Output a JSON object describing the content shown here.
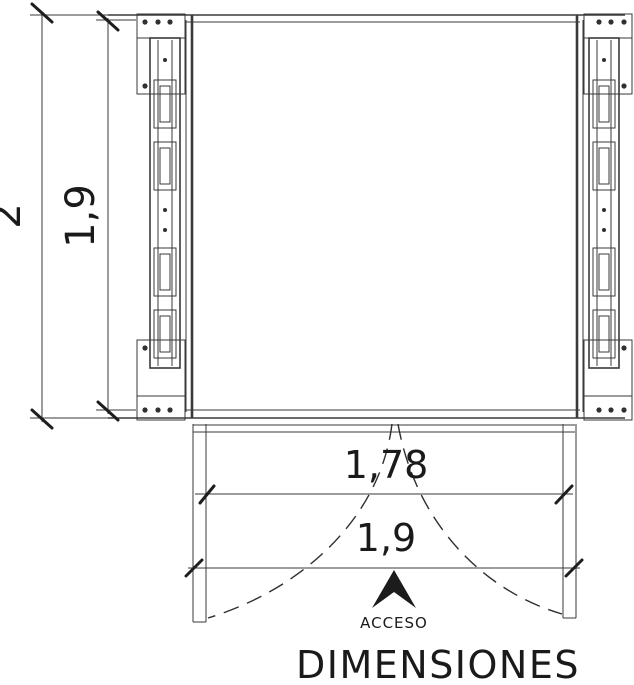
{
  "dimensions": {
    "outer_height": "2",
    "inner_height": "1,9",
    "door_width": "1,78",
    "door_opening": "1,9"
  },
  "labels": {
    "access": "ACCESO",
    "title": "DIMENSIONES"
  },
  "icons": {
    "access_arrow": "access-arrow-icon"
  }
}
